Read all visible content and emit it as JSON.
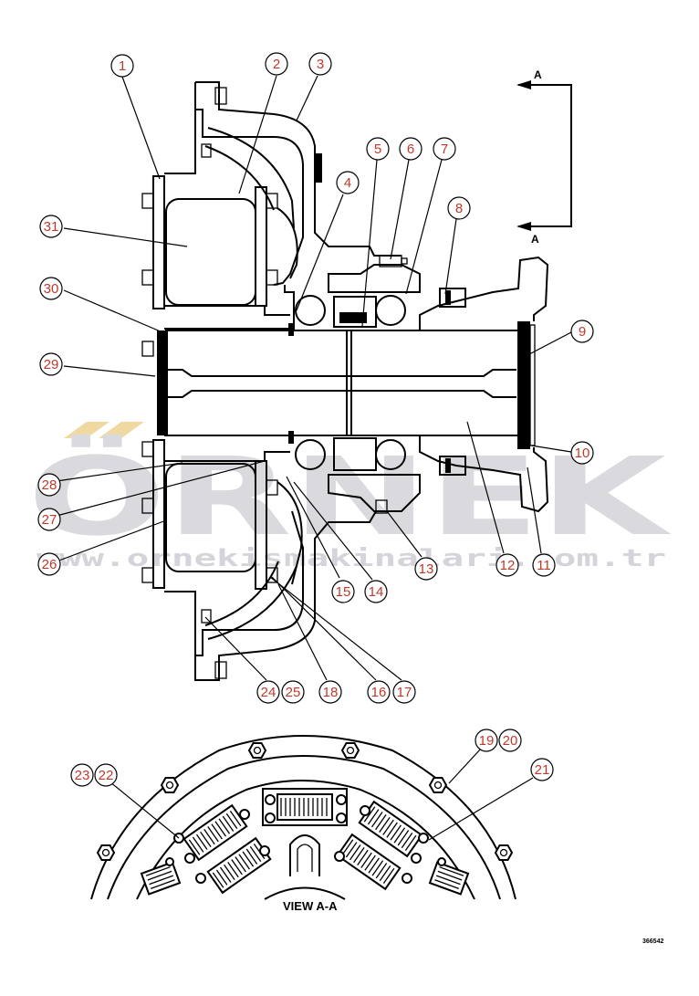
{
  "watermark": {
    "brand": "ÖRNEK",
    "url": "www.ornekismakinalari.com.tr"
  },
  "section_arrow": {
    "label_top": "A",
    "label_bottom": "A"
  },
  "view_label": "VIEW A-A",
  "figure_number": "366542",
  "callouts": [
    "1",
    "2",
    "3",
    "4",
    "5",
    "6",
    "7",
    "8",
    "9",
    "10",
    "11",
    "12",
    "13",
    "14",
    "15",
    "16",
    "17",
    "18",
    "19",
    "20",
    "21",
    "22",
    "23",
    "24",
    "25",
    "26",
    "27",
    "28",
    "29",
    "30",
    "31"
  ],
  "colors": {
    "callout_text": "#c0392b",
    "line": "#000000",
    "watermark": "#d9d9de",
    "watermark_accent": "#f0d9a0"
  }
}
